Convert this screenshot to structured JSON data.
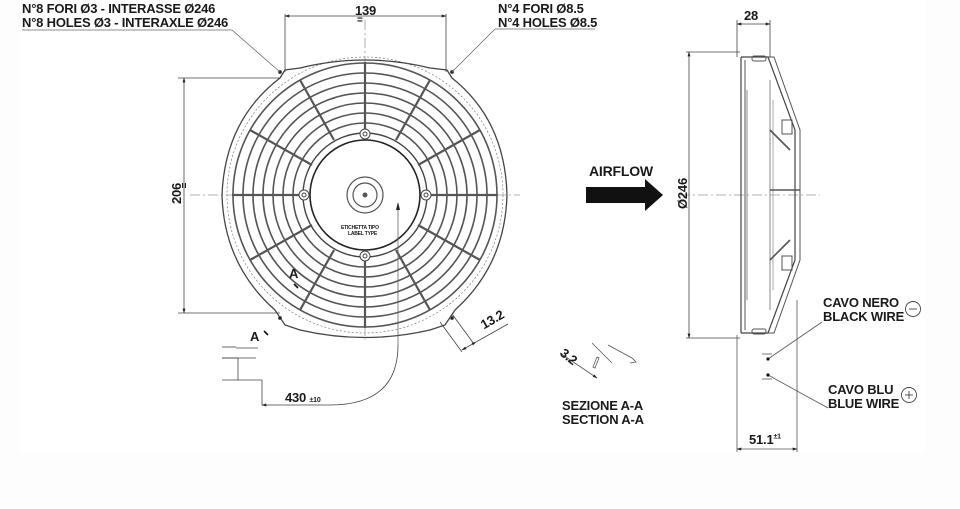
{
  "drawing": {
    "front_view": {
      "note_top_left": {
        "line1": "N°8 FORI Ø3 - INTERASSE Ø246",
        "line2": "N°8 HOLES Ø3 - INTERAXLE Ø246"
      },
      "note_top_right": {
        "line1": "N°4 FORI Ø8.5",
        "line2": "N°4 HOLES Ø8.5"
      },
      "dim_width": "139",
      "dim_height": "206",
      "dim_bracket": "13.2",
      "dim_wire_length": "430",
      "dim_wire_tolerance": "±10",
      "section_marker_1": "A",
      "section_marker_2": "A",
      "label_type": {
        "line1": "ETICHETTA TIPO",
        "line2": "LABEL TYPE"
      },
      "symmetry_mark": "="
    },
    "airflow": {
      "label": "AIRFLOW",
      "icon": "arrow-right-icon"
    },
    "side_view": {
      "dim_depth": "28",
      "dim_diameter": "Ø246",
      "dim_wire_offset": "51.1",
      "dim_wire_offset_tolerance": "±1",
      "black_wire": {
        "line1": "CAVO NERO",
        "line2": "BLACK WIRE",
        "polarity": "−",
        "icon": "minus-circle-icon"
      },
      "blue_wire": {
        "line1": "CAVO BLU",
        "line2": "BLUE WIRE",
        "polarity": "+",
        "icon": "plus-circle-icon"
      }
    },
    "section": {
      "dim": "3.2",
      "title_it": "SEZIONE A-A",
      "title_en": "SECTION A-A"
    },
    "colors": {
      "line": "#555555",
      "text": "#1a1a1a",
      "center_line": "#9a9a9a",
      "arrow": "#111111"
    }
  }
}
